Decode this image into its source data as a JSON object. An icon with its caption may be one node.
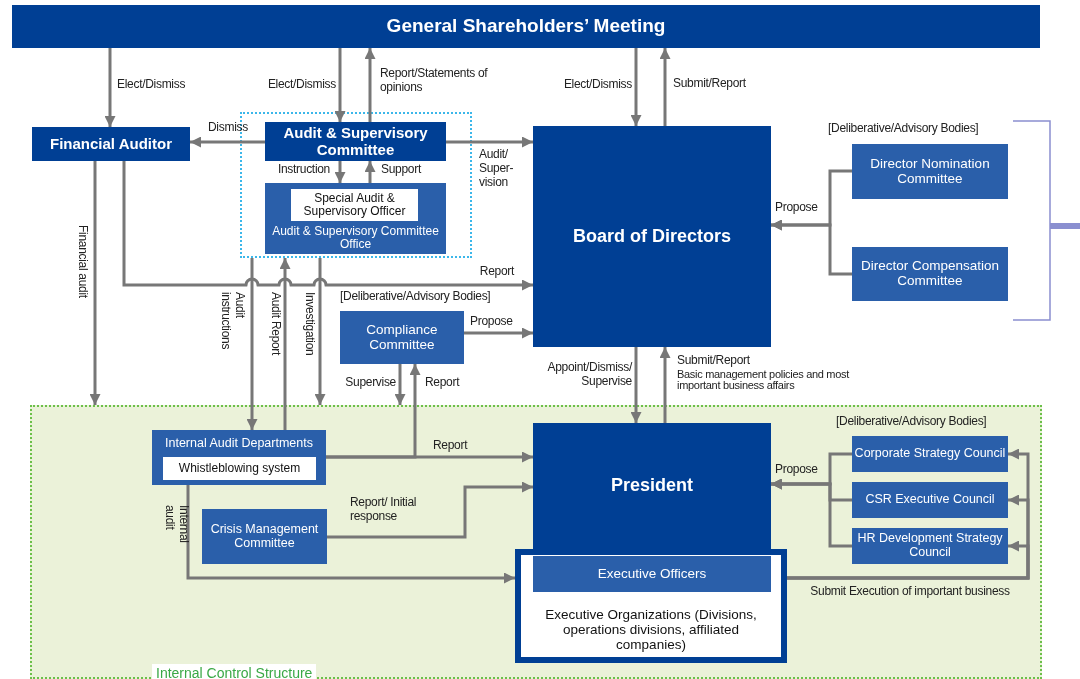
{
  "diagram": {
    "nodes": [
      {
        "text": [
          "General Shareholders’ Meeting"
        ]
      },
      {
        "text": [
          "Financial Auditor"
        ]
      },
      {
        "text": [],
        "shape": "box"
      },
      {
        "text": [
          "Audit & Supervisory Committee"
        ],
        "in": 2
      },
      {
        "text": [
          "Audit & Supervisory Committee Office"
        ],
        "in": 2
      },
      {
        "text": [
          "Special Audit & Supervisory Officer"
        ],
        "in": 4
      },
      {
        "text": [
          "Board of Directors"
        ]
      },
      {
        "text": [
          "Director Nomination Committee"
        ],
        "beside": [
          "[Deliberative/Advisory Bodies]"
        ]
      },
      {
        "text": [
          "Director Compensation Committee"
        ]
      },
      {
        "text": [
          "Compliance Committee"
        ],
        "beside": [
          "[Deliberative/Advisory Bodies]"
        ]
      },
      {
        "text": [
          "Internal Control Structure"
        ]
      },
      {
        "text": [
          "Internal Audit Departments"
        ],
        "in": 10
      },
      {
        "text": [
          "Whistleblowing system"
        ],
        "in": 11
      },
      {
        "text": [
          "Crisis Management Committee"
        ],
        "in": 10
      },
      {
        "text": [
          "President"
        ],
        "in": 10
      },
      {
        "text": [
          "Executive Organizations (Divisions, operations divisions, affiliated companies)"
        ],
        "in": 10
      },
      {
        "text": [
          "Executive Officers"
        ],
        "in": 15
      },
      {
        "text": [
          "Corporate Strategy Council"
        ],
        "in": 10,
        "beside": [
          "[Deliberative/Advisory Bodies]"
        ]
      },
      {
        "text": [
          "CSR Executive Council"
        ],
        "in": 10
      },
      {
        "text": [
          "HR Development Strategy Council"
        ],
        "in": 10
      }
    ],
    "edges": [
      {
        "from": 0,
        "to": 1,
        "arrow": "to",
        "label": "Elect/Dismiss"
      },
      {
        "from": 0,
        "to": 3,
        "arrow": "to",
        "label": "Elect/Dismiss"
      },
      {
        "from": 3,
        "to": 0,
        "arrow": "to",
        "label": "Report/Statements of opinions"
      },
      {
        "from": 0,
        "to": 6,
        "arrow": "to",
        "label": "Elect/Dismiss"
      },
      {
        "from": 6,
        "to": 0,
        "arrow": "to",
        "label": "Submit/Report"
      },
      {
        "from": 3,
        "to": 1,
        "arrow": "to",
        "label": "Dismiss"
      },
      {
        "from": 3,
        "to": 6,
        "arrow": "to",
        "label": "Audit/ Super-vision"
      },
      {
        "from": 3,
        "to": 4,
        "arrow": "to",
        "label": "Instruction"
      },
      {
        "from": 4,
        "to": 3,
        "arrow": "to",
        "label": "Support"
      },
      {
        "from": 1,
        "to": 10,
        "arrow": "to",
        "label": "Financial audit"
      },
      {
        "from": 1,
        "to": 6,
        "arrow": "to",
        "label": "Report"
      },
      {
        "from": 2,
        "to": 11,
        "arrow": "to",
        "label": "Audit instructions"
      },
      {
        "from": 11,
        "to": 2,
        "arrow": "to",
        "label": "Audit Report"
      },
      {
        "from": 2,
        "to": 10,
        "arrow": "to",
        "label": "Investigation"
      },
      {
        "from": 9,
        "to": 6,
        "arrow": "to",
        "label": "Propose"
      },
      {
        "from": 9,
        "to": 10,
        "arrow": "to",
        "label": "Supervise"
      },
      {
        "from": 11,
        "to": 9,
        "arrow": "to",
        "label": "Report"
      },
      {
        "from": 11,
        "to": 14,
        "arrow": "to",
        "label": "Report"
      },
      {
        "from": 13,
        "to": 14,
        "arrow": "to",
        "label": "Report/ Initial response"
      },
      {
        "from": 11,
        "to": 15,
        "arrow": "to",
        "label": "Internal audit"
      },
      {
        "from": 6,
        "to": 14,
        "arrow": "to",
        "label": "Appoint/Dismiss/ Supervise"
      },
      {
        "from": 14,
        "to": 6,
        "arrow": "to",
        "label": "Submit/Report"
      },
      {
        "from": 7,
        "to": 6,
        "arrow": "to",
        "label": "Propose"
      },
      {
        "from": 8,
        "to": 6,
        "arrow": "to"
      },
      {
        "from": 17,
        "to": 14,
        "arrow": "to",
        "label": "Propose"
      },
      {
        "from": 18,
        "to": 14,
        "arrow": "to"
      },
      {
        "from": 19,
        "to": 14,
        "arrow": "to"
      },
      {
        "from": 15,
        "to": 17,
        "arrow": "to",
        "label": "Submit Execution of important business"
      },
      {
        "from": 15,
        "to": 18,
        "arrow": "to"
      },
      {
        "from": 15,
        "to": 19,
        "arrow": "to"
      }
    ],
    "labels": [
      "Basic management policies and most important business affairs"
    ]
  }
}
